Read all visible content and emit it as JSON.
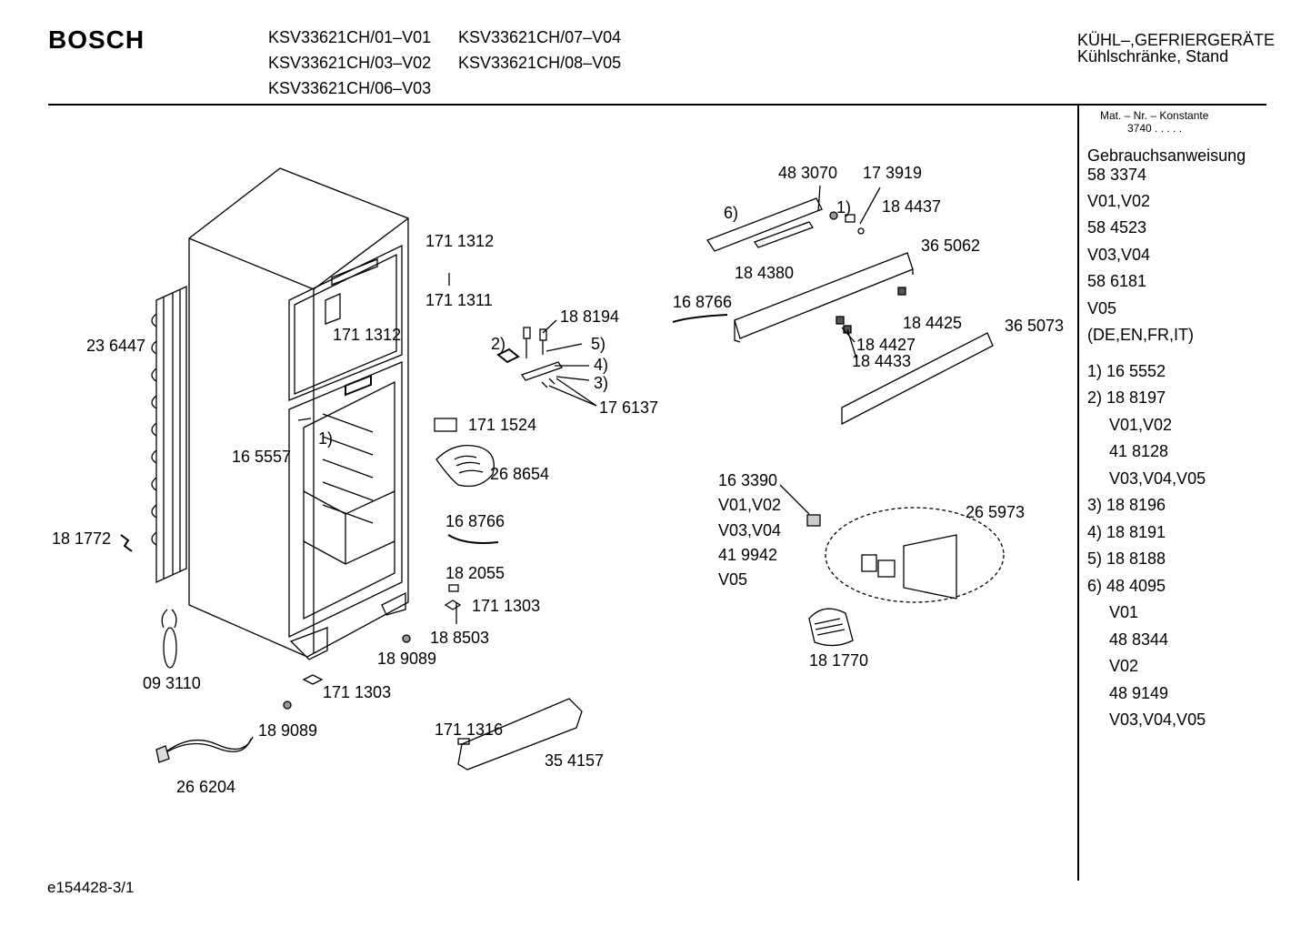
{
  "header": {
    "brand": "BOSCH",
    "models": [
      "KSV33621CH/01–V01",
      "KSV33621CH/03–V02",
      "KSV33621CH/06–V03",
      "KSV33621CH/07–V04",
      "KSV33621CH/08–V05"
    ],
    "category_line1": "KÜHL–,GEFRIERGERÄTE",
    "category_line2": "Kühlschränke, Stand"
  },
  "sidebar": {
    "mat_label": "Mat. – Nr. – Konstante",
    "mat_value": "3740 .  .  .  .  .",
    "items": [
      "Gebrauchsanweisung",
      "58 3374",
      "V01,V02",
      "58 4523",
      "V03,V04",
      "58 6181",
      "V05",
      "(DE,EN,FR,IT)",
      "1)  16 5552",
      "2)  18 8197",
      "V01,V02",
      "41 8128",
      "V03,V04,V05",
      "3)  18 8196",
      "4)  18 8191",
      "5)  18 8188",
      "6)  48 4095",
      "V01",
      "48 8344",
      "V02",
      "48 9149",
      "V03,V04,V05"
    ]
  },
  "diagram": {
    "labels": [
      "23 6447",
      "171 1312",
      "171 1311",
      "171 1312",
      "18 8194",
      "2)",
      "5)",
      "4)",
      "3)",
      "17 6137",
      "171 1524",
      "26 8654",
      "16 5557",
      "1)",
      "18 1772",
      "16 8766",
      "18 2055",
      "171 1303",
      "18 8503",
      "18 9089",
      "09 3110",
      "171 1303",
      "18 9089",
      "171 1316",
      "35 4157",
      "26 6204",
      "48 3070",
      "17 3919",
      "6)",
      "1)",
      "18 4437",
      "36 5062",
      "18 4380",
      "16 8766",
      "18 4425",
      "18 4427",
      "18 4433",
      "36 5073",
      "16 3390",
      "V01,V02",
      "V03,V04",
      "41 9942",
      "V05",
      "26 5973",
      "18 1770"
    ]
  },
  "footer": {
    "code": "e154428-3/1"
  }
}
